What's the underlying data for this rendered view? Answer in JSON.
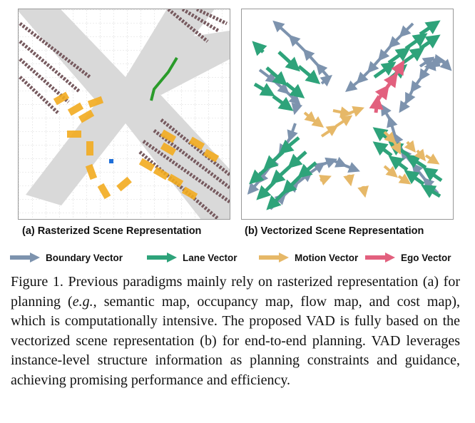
{
  "panels": {
    "a": {
      "caption": "(a) Rasterized Scene Representation"
    },
    "b": {
      "caption": "(b) Vectorized Scene Representation"
    }
  },
  "legend": [
    {
      "label": "Boundary Vector",
      "color": "#7d93ae",
      "icon": "boundary-arrow-icon"
    },
    {
      "label": "Lane Vector",
      "color": "#2ea37a",
      "icon": "lane-arrow-icon"
    },
    {
      "label": "Motion Vector",
      "color": "#e6b868",
      "icon": "motion-arrow-icon"
    },
    {
      "label": "Ego Vector",
      "color": "#e2607e",
      "icon": "ego-arrow-icon"
    }
  ],
  "figure_caption": {
    "part1": "Figure 1. Previous paradigms mainly rely on rasterized representation (a) for planning (",
    "eg": "e.g.",
    "part2": ", semantic map, occupancy map, flow map, and cost map), which is computationally intensive. The proposed VAD is fully based on the vectorized scene representation (b) for end-to-end planning.  VAD leverages instance-level structure information as planning constraints and guidance, achieving promising performance and efficiency."
  },
  "colors": {
    "road": "#d9d9d9",
    "lane_dash": "#76595e",
    "agent": "#f2ab1f",
    "ego_path": "#2a9b2a",
    "ego_dot": "#1e6fd9"
  }
}
